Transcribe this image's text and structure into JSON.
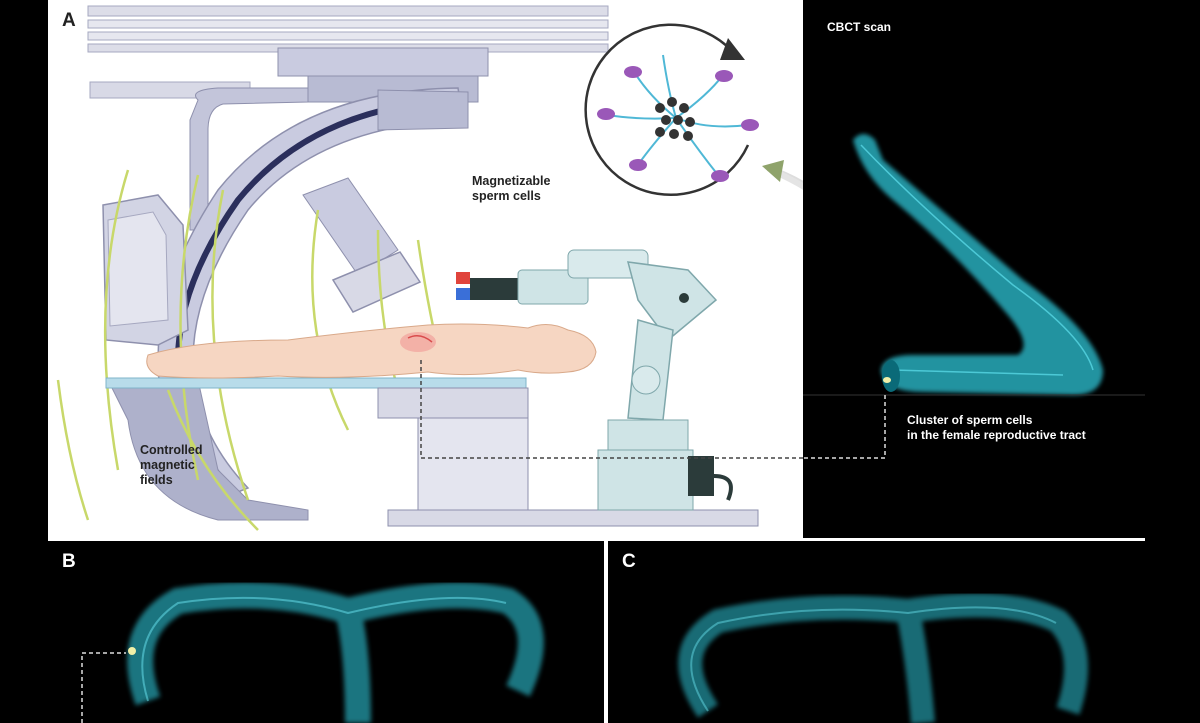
{
  "panels": {
    "a": {
      "letter": "A"
    },
    "b": {
      "letter": "B"
    },
    "c": {
      "letter": "C"
    }
  },
  "labels": {
    "cbct_scan": "CBCT scan",
    "magnetizable_sperm": "Magnetizable\nsperm cells",
    "controlled_fields": "Controlled\nmagnetic\nfields",
    "cluster": "Cluster of sperm cells\nin  the female reproductive tract"
  },
  "colors": {
    "scan_cyan": "#2fc4d6",
    "field_lines": "#c8d86a",
    "machine": "#c9cbe0",
    "machine_dark": "#2b2f5c",
    "robot": "#cfe4e6",
    "sperm_head": "#9a58b8"
  }
}
